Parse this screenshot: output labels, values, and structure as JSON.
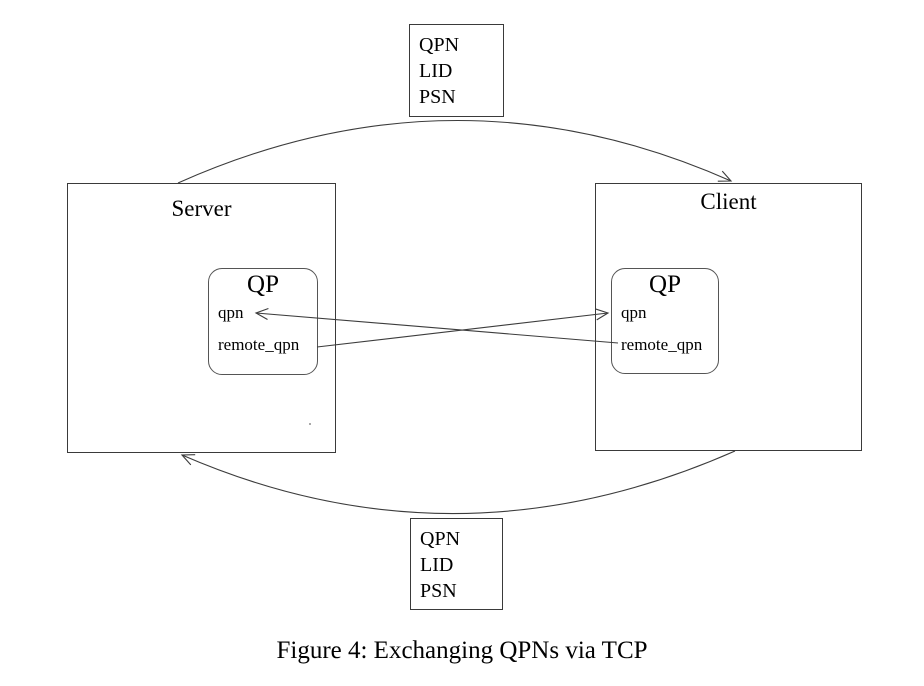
{
  "figure": {
    "caption": "Figure 4: Exchanging QPNs via TCP"
  },
  "diagram": {
    "top_message_box": {
      "lines": [
        "QPN",
        "LID",
        "PSN"
      ]
    },
    "bottom_message_box": {
      "lines": [
        "QPN",
        "LID",
        "PSN"
      ]
    },
    "server": {
      "title": "Server",
      "qp": {
        "title": "QP",
        "fields": [
          "qpn",
          "remote_qpn"
        ]
      }
    },
    "client": {
      "title": "Client",
      "qp": {
        "title": "QP",
        "fields": [
          "qpn",
          "remote_qpn"
        ]
      }
    },
    "colors": {
      "background": "#ffffff",
      "box_border": "#3a3a3a",
      "line": "#3c3c3c",
      "text": "#000000"
    }
  }
}
